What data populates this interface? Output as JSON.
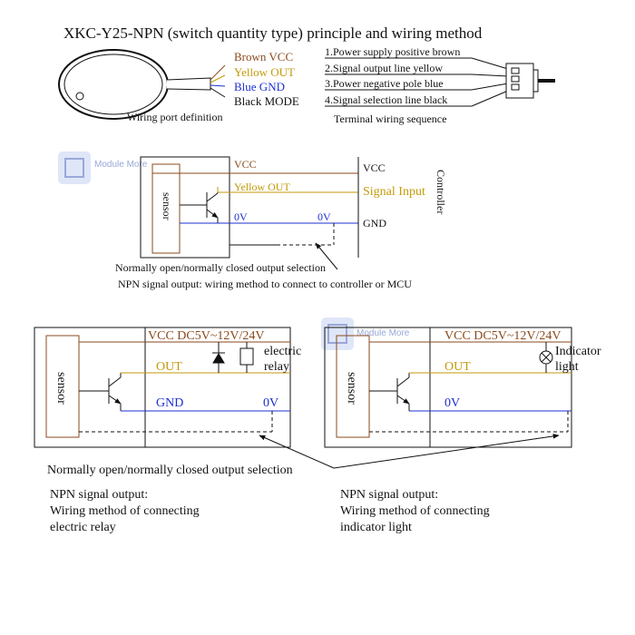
{
  "title": "XKC-Y25-NPN (switch quantity type) principle and wiring method",
  "colors": {
    "brown": "#8a4a1c",
    "yellow": "#c49a0a",
    "blue": "#1d2fd0",
    "black": "#111111",
    "sensor_box": "#8a4a1c"
  },
  "port": {
    "labels": {
      "brown": "Brown VCC",
      "yellow": "Yellow OUT",
      "blue": "Blue GND",
      "black": "Black MODE"
    },
    "caption": "Wiring port definition"
  },
  "terminal": {
    "lines": [
      "1.Power supply positive brown",
      "2.Signal output line yellow",
      "3.Power negative pole blue",
      "4.Signal selection line black"
    ],
    "caption": "Terminal wiring sequence"
  },
  "controller_circuit": {
    "sensor": "sensor",
    "vcc": "VCC",
    "out": "Yellow OUT",
    "zero_v_left": "0V",
    "zero_v_mid": "0V",
    "right_vcc": "VCC",
    "signal_input": "Signal Input",
    "gnd": "GND",
    "controller": "Controller",
    "selection_note": "Normally open/normally closed output selection",
    "caption": "NPN signal output: wiring method to connect to controller or MCU"
  },
  "relay_circuit": {
    "sensor": "sensor",
    "vcc": "VCC DC5V~12V/24V",
    "out": "OUT",
    "gnd": "GND",
    "zero_v": "0V",
    "relay_label_1": "electric",
    "relay_label_2": "relay",
    "caption_lines": [
      "NPN signal output:",
      "Wiring method of connecting",
      "electric relay"
    ]
  },
  "light_circuit": {
    "sensor": "sensor",
    "vcc": "VCC DC5V~12V/24V",
    "out": "OUT",
    "zero_v": "0V",
    "light_label_1": "Indicator",
    "light_label_2": "light",
    "caption_lines": [
      "NPN signal output:",
      "Wiring method of connecting",
      "indicator light"
    ]
  },
  "bottom_selection_note": "Normally open/normally closed output selection",
  "watermark": "Module More"
}
